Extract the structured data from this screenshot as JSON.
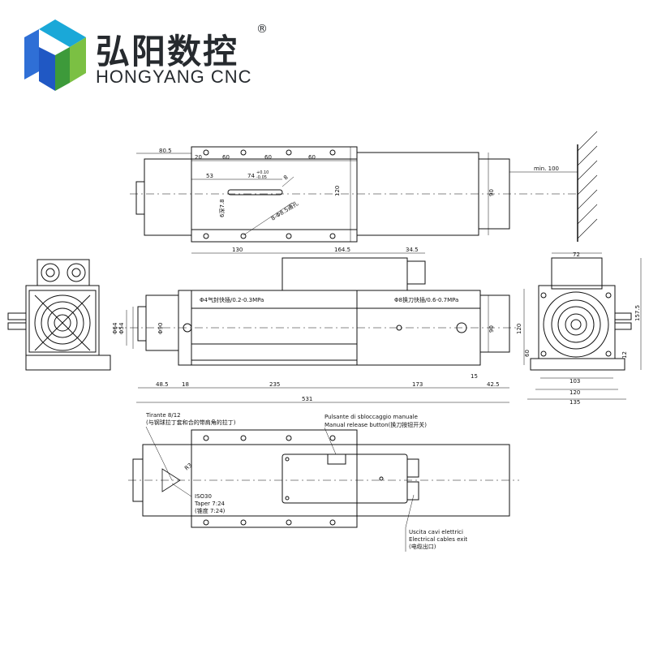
{
  "brand": {
    "name_cn": "弘阳数控",
    "name_en": "HONGYANG CNC",
    "registered": "®",
    "logo_colors": [
      "#2f6fd6",
      "#1aa8d8",
      "#7bc043",
      "#3d9a3a"
    ]
  },
  "top_view": {
    "dims": [
      "80.5",
      "20",
      "60",
      "60",
      "60",
      "53",
      "74",
      "+0.10",
      "-0.05",
      "8",
      "120",
      "90",
      "min. 100"
    ],
    "notes": [
      "6深7.8",
      "8-Φ8.5通孔"
    ]
  },
  "side_view": {
    "dims_top": [
      "130",
      "164.5",
      "34.5",
      "72"
    ],
    "dims_bottom": [
      "48.5",
      "18",
      "235",
      "173",
      "42.5",
      "15",
      "531"
    ],
    "dims_vertical": [
      "Φ64",
      "Φ54",
      "Φ90",
      "90",
      "120",
      "157.5",
      "60",
      "12"
    ],
    "dims_end": [
      "103",
      "120",
      "135"
    ],
    "notes": [
      "Φ4气封快插/0.2-0.3MPa",
      "Φ8换刀快插/0.6-0.7MPa"
    ]
  },
  "bottom_view": {
    "labels": [
      "Tirante 8/12",
      "(与钢球拉丁套和合的带肩角的拉丁)",
      "ISO30",
      "Taper 7:24",
      "(锥度  7:24)",
      "Pulsante di sbloccaggio manuale",
      "Manual release button(换刀按钮开关)",
      "Uscita cavi elettrici",
      "Electrical cables exit",
      "(电缆出口)"
    ],
    "dims": [
      "R3"
    ]
  }
}
